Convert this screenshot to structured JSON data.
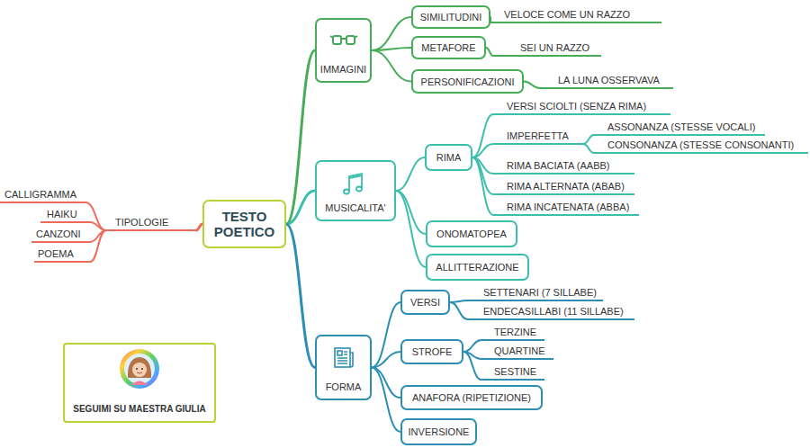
{
  "diagram": {
    "nodes": [
      {
        "text": [
          "TESTO POETICO"
        ]
      },
      {
        "text": [
          "TIPOLOGIE"
        ]
      },
      {
        "text": [
          "CALLIGRAMMA"
        ]
      },
      {
        "text": [
          "HAIKU"
        ]
      },
      {
        "text": [
          "CANZONI"
        ]
      },
      {
        "text": [
          "POEMA"
        ]
      },
      {
        "text": [
          "IMMAGINI"
        ]
      },
      {
        "text": [
          "SIMILITUDINI"
        ]
      },
      {
        "text": [
          "VELOCE COME UN RAZZO"
        ]
      },
      {
        "text": [
          "METAFORE"
        ]
      },
      {
        "text": [
          "SEI UN RAZZO"
        ]
      },
      {
        "text": [
          "PERSONIFICAZIONI"
        ]
      },
      {
        "text": [
          "LA LUNA OSSERVAVA"
        ]
      },
      {
        "text": [
          "MUSICALITA'"
        ]
      },
      {
        "text": [
          "RIMA"
        ]
      },
      {
        "text": [
          "VERSI SCIOLTI (SENZA RIMA)"
        ]
      },
      {
        "text": [
          "IMPERFETTA"
        ]
      },
      {
        "text": [
          "ASSONANZA (STESSE VOCALI)"
        ]
      },
      {
        "text": [
          "CONSONANZA (STESSE CONSONANTI)"
        ]
      },
      {
        "text": [
          "RIMA BACIATA (AABB)"
        ]
      },
      {
        "text": [
          "RIMA ALTERNATA (ABAB)"
        ]
      },
      {
        "text": [
          "RIMA INCATENATA (ABBA)"
        ]
      },
      {
        "text": [
          "ONOMATOPEA"
        ]
      },
      {
        "text": [
          "ALLITTERAZIONE"
        ]
      },
      {
        "text": [
          "FORMA"
        ]
      },
      {
        "text": [
          "VERSI"
        ]
      },
      {
        "text": [
          "SETTENARI (7 SILLABE)"
        ]
      },
      {
        "text": [
          "ENDECASILLABI (11 SILLABE)"
        ]
      },
      {
        "text": [
          "STROFE"
        ]
      },
      {
        "text": [
          "TERZINE"
        ]
      },
      {
        "text": [
          "QUARTINE"
        ]
      },
      {
        "text": [
          "SESTINE"
        ]
      },
      {
        "text": [
          "ANAFORA (RIPETIZIONE)"
        ]
      },
      {
        "text": [
          "INVERSIONE"
        ]
      },
      {
        "text": [
          "SEGUIMI SU MAESTRA GIULIA"
        ]
      }
    ],
    "edges": [
      {
        "from": 0,
        "to": 1,
        "arrow": "none"
      },
      {
        "from": 1,
        "to": 2,
        "arrow": "none"
      },
      {
        "from": 1,
        "to": 3,
        "arrow": "none"
      },
      {
        "from": 1,
        "to": 4,
        "arrow": "none"
      },
      {
        "from": 1,
        "to": 5,
        "arrow": "none"
      },
      {
        "from": 0,
        "to": 6,
        "arrow": "none"
      },
      {
        "from": 6,
        "to": 7,
        "arrow": "none"
      },
      {
        "from": 7,
        "to": 8,
        "arrow": "none"
      },
      {
        "from": 6,
        "to": 9,
        "arrow": "none"
      },
      {
        "from": 9,
        "to": 10,
        "arrow": "none"
      },
      {
        "from": 6,
        "to": 11,
        "arrow": "none"
      },
      {
        "from": 11,
        "to": 12,
        "arrow": "none"
      },
      {
        "from": 0,
        "to": 13,
        "arrow": "none"
      },
      {
        "from": 13,
        "to": 14,
        "arrow": "none"
      },
      {
        "from": 14,
        "to": 15,
        "arrow": "none"
      },
      {
        "from": 14,
        "to": 16,
        "arrow": "none"
      },
      {
        "from": 16,
        "to": 17,
        "arrow": "none"
      },
      {
        "from": 16,
        "to": 18,
        "arrow": "none"
      },
      {
        "from": 14,
        "to": 19,
        "arrow": "none"
      },
      {
        "from": 14,
        "to": 20,
        "arrow": "none"
      },
      {
        "from": 14,
        "to": 21,
        "arrow": "none"
      },
      {
        "from": 13,
        "to": 22,
        "arrow": "none"
      },
      {
        "from": 13,
        "to": 23,
        "arrow": "none"
      },
      {
        "from": 0,
        "to": 24,
        "arrow": "none"
      },
      {
        "from": 24,
        "to": 25,
        "arrow": "none"
      },
      {
        "from": 25,
        "to": 26,
        "arrow": "none"
      },
      {
        "from": 25,
        "to": 27,
        "arrow": "none"
      },
      {
        "from": 24,
        "to": 28,
        "arrow": "none"
      },
      {
        "from": 28,
        "to": 29,
        "arrow": "none"
      },
      {
        "from": 28,
        "to": 30,
        "arrow": "none"
      },
      {
        "from": 28,
        "to": 31,
        "arrow": "none"
      },
      {
        "from": 24,
        "to": 32,
        "arrow": "none"
      },
      {
        "from": 24,
        "to": 33,
        "arrow": "none"
      }
    ]
  }
}
